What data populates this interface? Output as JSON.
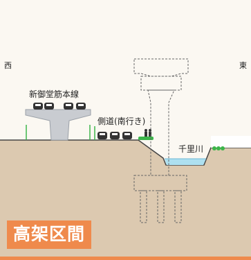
{
  "directions": {
    "west": "西",
    "east": "東"
  },
  "labels": {
    "line_name": "新御堂筋本線",
    "side_road": "側道(南行き)",
    "river": "千里川"
  },
  "badge": {
    "text": "高架区間"
  },
  "colors": {
    "ground": "#dcc9b0",
    "background": "#fbf8f2",
    "structure": "#c9ccd1",
    "badge": "#ef8a4c",
    "water": "#aee0f0",
    "foliage": "#3cb54a"
  }
}
